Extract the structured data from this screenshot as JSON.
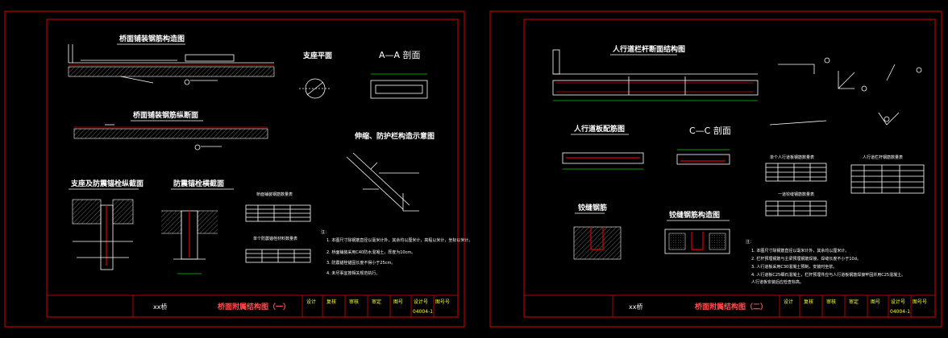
{
  "sheet1": {
    "title_left": "xx桥",
    "drawing_title": "桥面附属结构图（一）",
    "number": "04004-1",
    "titles": {
      "deck_pave_rebar_plan": "桥面铺装钢筋构造图",
      "deck_pave_rebar_long": "桥面铺装钢筋纵断面",
      "support_plan": "支座平面",
      "section_aa": "A—A 剖面",
      "anchor_detail": "伸缩、防护栏构造示意图",
      "support_anchor": "支座及防震锚栓纵截面",
      "shock_anchor": "防震锚栓横截面",
      "table1": "桥面铺装钢筋数量表",
      "table2": "单个防震锚栓材料数量表"
    },
    "notes_label": "注：",
    "notes": [
      "1. 本图尺寸除钢筋直径以毫米计外，其余均以厘米计，高程以米计，坐标以米计。",
      "2. 桥面铺装采用C40防水混凝土，厚度为10cm。",
      "3. 防震锚栓锚固长度不得小于25cm。",
      "4. 未尽事宜按相关规范执行。"
    ]
  },
  "sheet2": {
    "title_left": "xx桥",
    "drawing_title": "桥面附属结构图（二）",
    "number": "04004-1",
    "titles": {
      "sidewalk_section": "人行道栏杆断面结构图",
      "sidewalk_rebar": "人行道板配筋图",
      "section_cc": "C—C 剖面",
      "joint_rebar": "铰缝钢筋",
      "joint_detail": "铰缝钢筋构造图",
      "table1": "单个人行道板钢筋数量表",
      "table2": "人行道栏杆钢筋数量表",
      "table3": "一道铰缝钢筋数量表"
    },
    "notes_label": "注：",
    "notes": [
      "1. 本图尺寸除钢筋直径以毫米计外，其余均以厘米计。",
      "2. 栏杆预埋钢筋与主梁预埋钢筋焊接，焊缝长度不小于10d。",
      "3. 人行道板采用C30混凝土预制，安装时坐浆。",
      "4. 人行道板C25细石混凝土，栏杆预埋件应与人行道板钢筋焊接牢固并用C25混凝土。",
      "   人行道板安装后应检查标高。"
    ]
  },
  "titleblock": {
    "cells": [
      "设计",
      "复核",
      "审核",
      "审定",
      "图号",
      "设计号",
      "图号号"
    ],
    "design_label": "设计",
    "check_label": "复核",
    "review_label": "审核",
    "approve_label": "审定",
    "sheet_label": "图号"
  },
  "colors": {
    "frame": "#e00000",
    "line": "#ffffff",
    "text_title": "#ffffff",
    "text_drawing_title": "#ff5050",
    "text_block": "#ffff40",
    "rebar": "#e00000",
    "dim": "#00d000"
  }
}
